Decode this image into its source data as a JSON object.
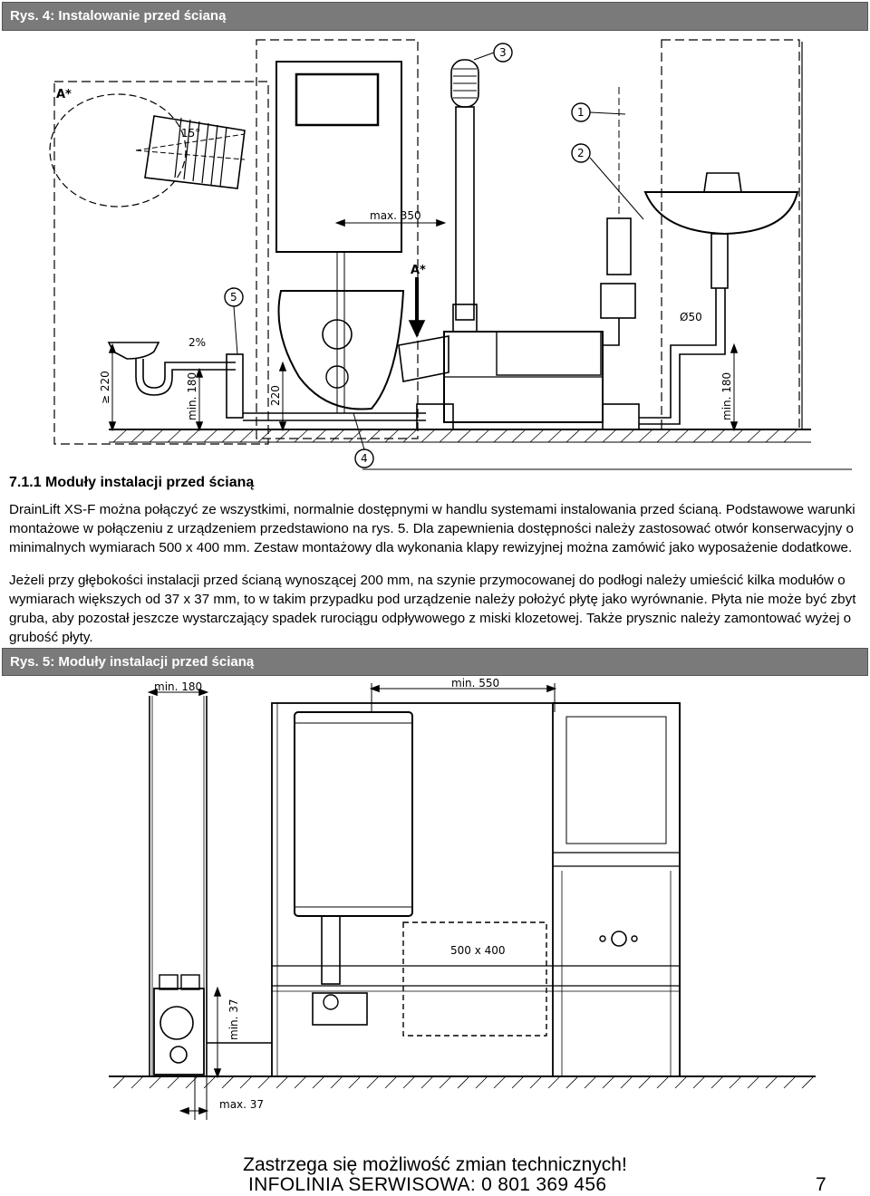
{
  "figure4": {
    "caption": "Rys. 4: Instalowanie przed ścianą",
    "labels": {
      "a_star_1": "A*",
      "a_star_2": "A*",
      "angle": "15°",
      "max_350": "max. 350",
      "slope": "2%",
      "ge_220": "≥ 220",
      "min_180_left": "min. 180",
      "h_220": "220",
      "diam_50": "Ø50",
      "min_180_right": "min. 180",
      "c1": "1",
      "c2": "2",
      "c3": "3",
      "c4": "4",
      "c5": "5"
    }
  },
  "section": {
    "heading": "7.1.1 Moduły instalacji przed ścianą",
    "para1": "DrainLift XS-F można połączyć ze wszystkimi, normalnie dostępnymi w handlu systemami instalowania przed ścianą. Podstawowe warunki montażowe w połączeniu z urządzeniem przedstawiono na rys. 5. Dla zapewnienia dostępności należy zastosować otwór konserwacyjny o minimalnych wymiarach 500 x 400 mm. Zestaw montażowy dla wykonania klapy rewizyjnej można zamówić jako wyposażenie dodatkowe.",
    "para2": "Jeżeli przy głębokości instalacji przed ścianą wynoszącej 200 mm, na szynie przymocowanej do podłogi należy umieścić kilka modułów o wymiarach większych od 37 x 37 mm, to w takim przypadku pod urządzenie należy położyć płytę jako wyrównanie. Płyta nie może być zbyt gruba, aby pozostał jeszcze wystarczający spadek rurociągu odpływowego z miski klozetowej. Także prysznic należy zamontować wyżej o grubość płyty."
  },
  "figure5": {
    "caption": "Rys. 5: Moduły instalacji przed ścianą",
    "labels": {
      "min_180": "min. 180",
      "min_550": "min. 550",
      "size_500x400": "500 x 400",
      "min_37": "min. 37",
      "max_37": "max. 37"
    }
  },
  "footer": {
    "note": "Zastrzega się możliwość zmian technicznych!",
    "hotline": "INFOLINIA SERWISOWA: 0 801 369 456",
    "page": "7"
  }
}
